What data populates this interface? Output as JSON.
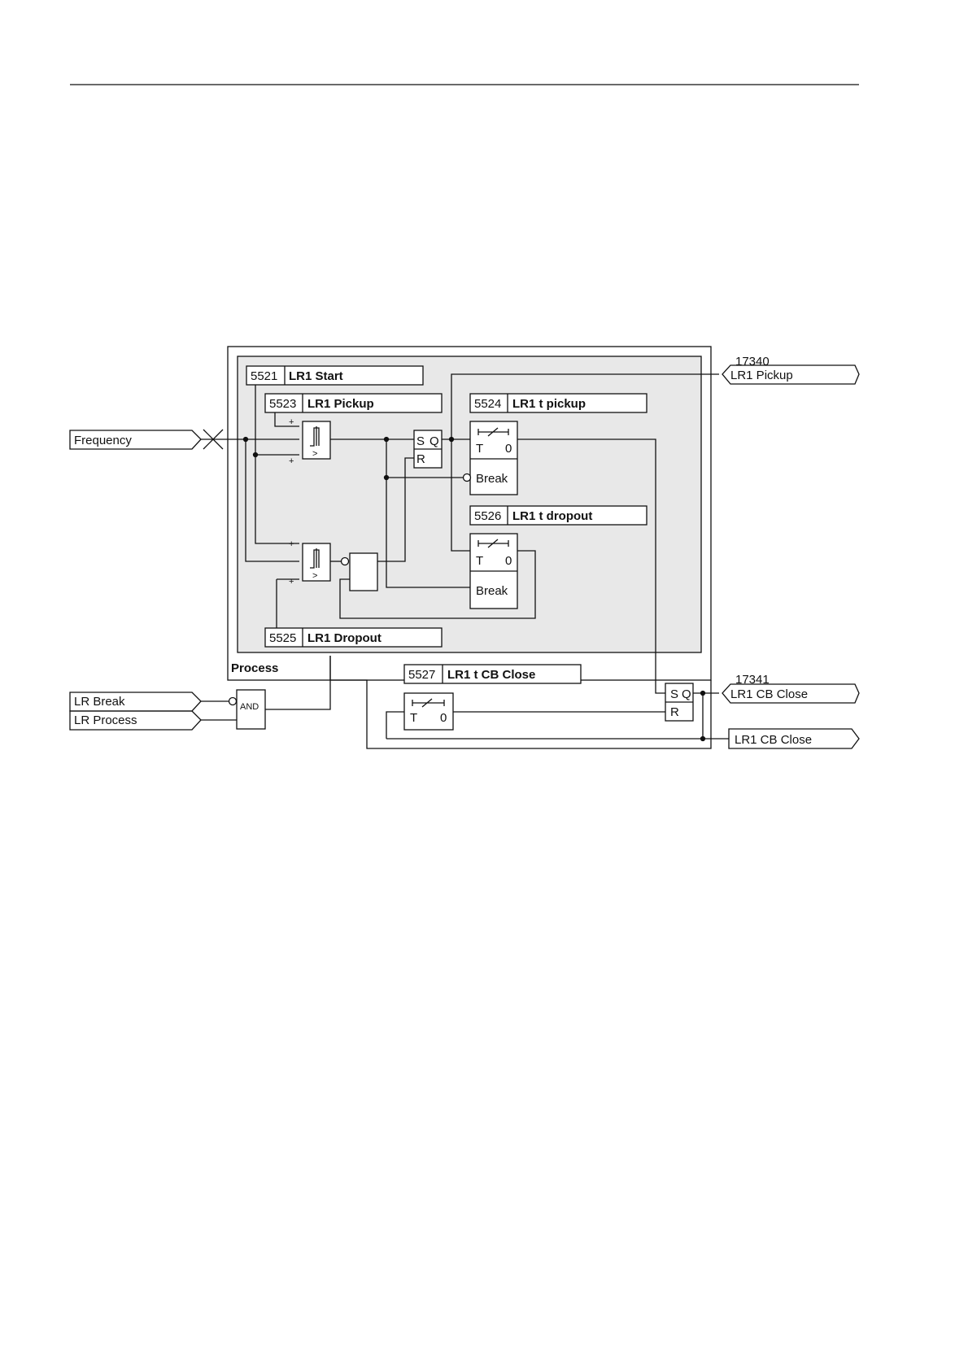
{
  "inputs": {
    "frequency": "Frequency",
    "lr_break": "LR Break",
    "lr_process": "LR Process"
  },
  "outputs": {
    "pickup": {
      "number": "17340",
      "label": "LR1 Pickup"
    },
    "cb_close": {
      "number": "17341",
      "label": "LR1 CB Close"
    },
    "cb_close_cmd": "LR1 CB Close"
  },
  "process_label": "Process",
  "params": {
    "start": {
      "code": "5521",
      "name": "LR1 Start"
    },
    "pickup": {
      "code": "5523",
      "name": "LR1 Pickup"
    },
    "t_pickup": {
      "code": "5524",
      "name": "LR1 t pickup"
    },
    "t_dropout": {
      "code": "5526",
      "name": "LR1 t dropout"
    },
    "dropout": {
      "code": "5525",
      "name": "LR1 Dropout"
    },
    "t_cb_close": {
      "code": "5527",
      "name": "LR1 t CB Close"
    }
  },
  "blocks": {
    "and_label": "AND",
    "ff_s": "S",
    "ff_q": "Q",
    "ff_r": "R",
    "plus": "+",
    "compare_gt": ">",
    "timer_t": "T",
    "timer_zero": "0",
    "timer_break": "Break"
  },
  "colors": {
    "inner_fill": "#e8e8e8",
    "line": "#111111"
  }
}
